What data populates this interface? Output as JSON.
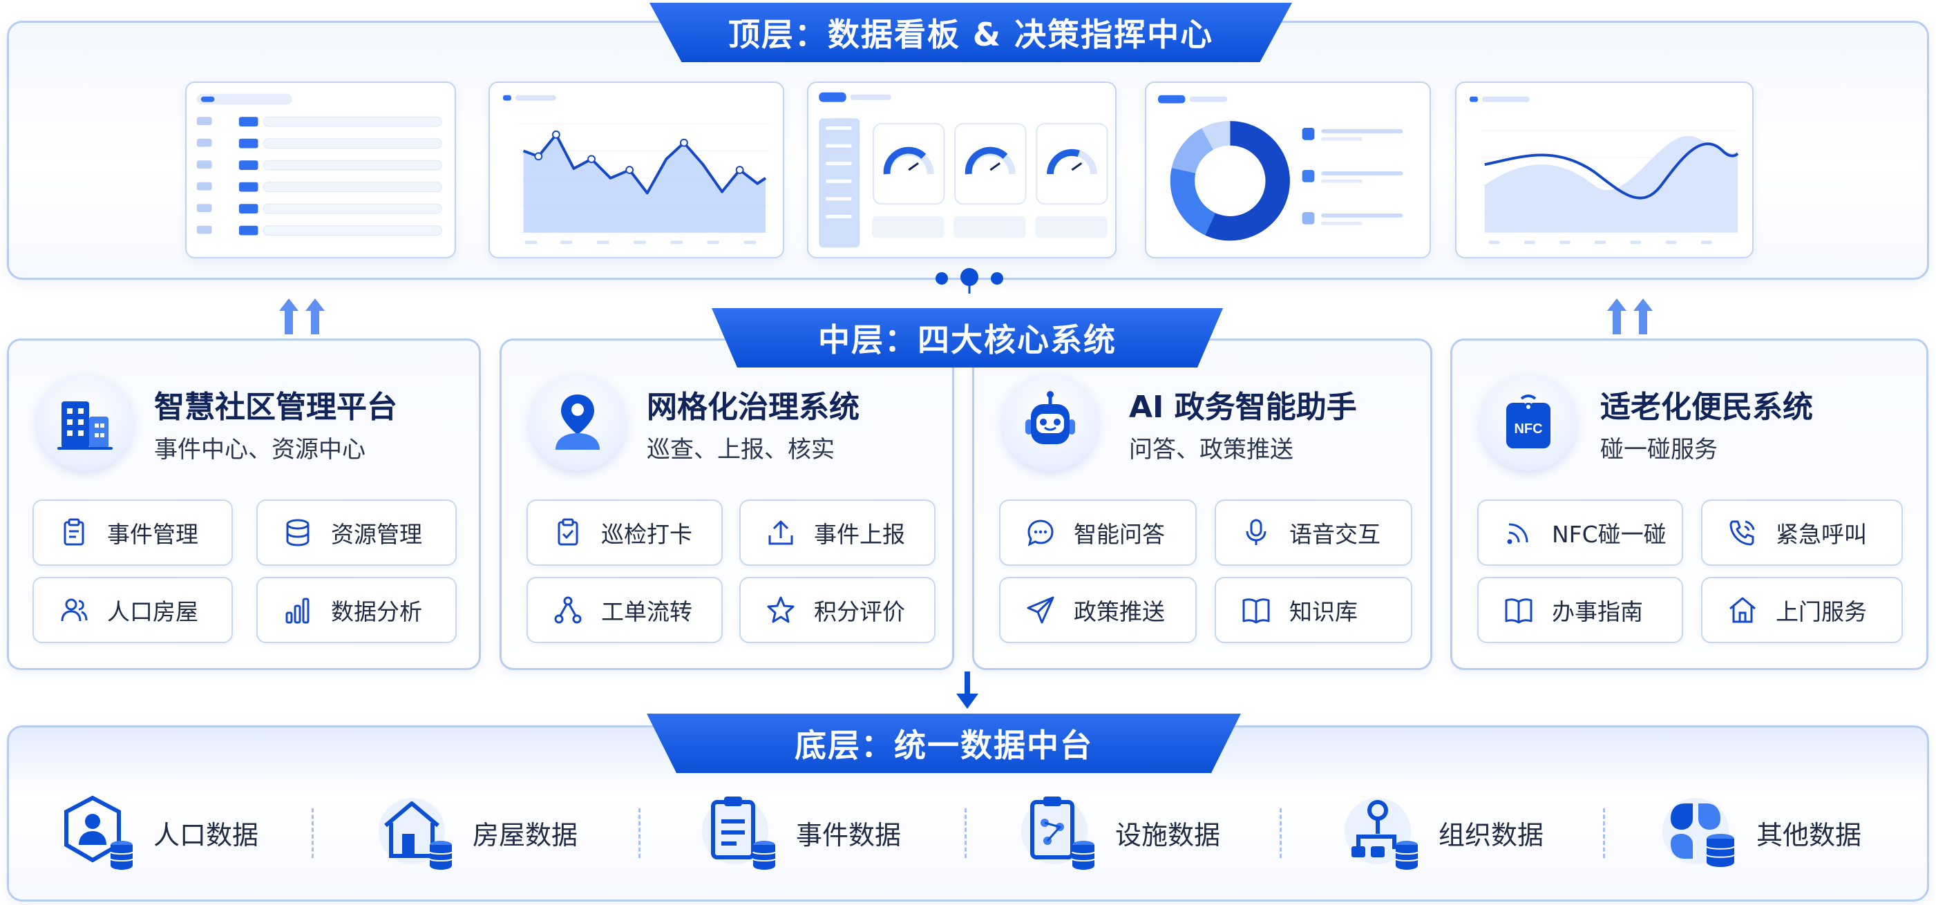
{
  "top": {
    "title": "顶层：数据看板 & 决策指挥中心"
  },
  "middle": {
    "title": "中层：四大核心系统",
    "systems": [
      {
        "title": "智慧社区管理平台",
        "subtitle": "事件中心、资源中心",
        "icon": "building-icon",
        "features": [
          {
            "label": "事件管理",
            "icon": "clipboard-icon"
          },
          {
            "label": "资源管理",
            "icon": "database-icon"
          },
          {
            "label": "人口房屋",
            "icon": "users-icon"
          },
          {
            "label": "数据分析",
            "icon": "bar-chart-icon"
          }
        ]
      },
      {
        "title": "网格化治理系统",
        "subtitle": "巡查、上报、核实",
        "icon": "map-pin-person-icon",
        "features": [
          {
            "label": "巡检打卡",
            "icon": "clipboard-check-icon"
          },
          {
            "label": "事件上报",
            "icon": "upload-icon"
          },
          {
            "label": "工单流转",
            "icon": "workflow-icon"
          },
          {
            "label": "积分评价",
            "icon": "star-icon"
          }
        ]
      },
      {
        "title": "AI 政务智能助手",
        "subtitle": "问答、政策推送",
        "icon": "robot-icon",
        "features": [
          {
            "label": "智能问答",
            "icon": "chat-bubble-icon"
          },
          {
            "label": "语音交互",
            "icon": "microphone-icon"
          },
          {
            "label": "政策推送",
            "icon": "send-icon"
          },
          {
            "label": "知识库",
            "icon": "book-icon"
          }
        ]
      },
      {
        "title": "适老化便民系统",
        "subtitle": "碰一碰服务",
        "icon": "nfc-card-icon",
        "nfc_badge": "NFC",
        "features": [
          {
            "label": "NFC碰一碰",
            "icon": "wireless-icon"
          },
          {
            "label": "紧急呼叫",
            "icon": "phone-call-icon"
          },
          {
            "label": "办事指南",
            "icon": "book-icon"
          },
          {
            "label": "上门服务",
            "icon": "home-icon"
          }
        ]
      }
    ]
  },
  "bottom": {
    "title": "底层：统一数据中台",
    "items": [
      {
        "label": "人口数据",
        "icon": "person-database-icon"
      },
      {
        "label": "房屋数据",
        "icon": "house-database-icon"
      },
      {
        "label": "事件数据",
        "icon": "clipboard-database-icon"
      },
      {
        "label": "设施数据",
        "icon": "facility-database-icon"
      },
      {
        "label": "组织数据",
        "icon": "org-database-icon"
      },
      {
        "label": "其他数据",
        "icon": "blocks-database-icon"
      }
    ]
  },
  "colors": {
    "primary": "#0b4fd6",
    "accent": "#2f6ff0",
    "border": "#b7ccf3",
    "text_dark": "#11245a"
  }
}
